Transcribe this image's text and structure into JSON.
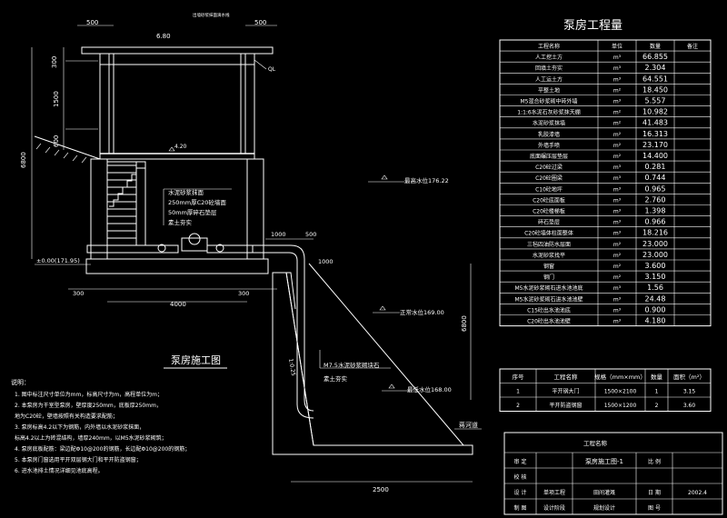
{
  "drawing_title": "泵房施工图",
  "dims": {
    "top_left": "500",
    "top_right": "500",
    "roof_label": "6.80",
    "roof_note": "出墙砂浆抹面滴水线",
    "h_300": "300",
    "h_1500": "1500",
    "h_600": "600",
    "total_h": "6800",
    "ql": "QL",
    "floor_label": "4.20",
    "bot_300a": "300",
    "bot_300b": "300",
    "width_4000": "4000",
    "w_1000": "1000",
    "w_500": "500",
    "pipe_1000": "1000",
    "ground": "±0.00(171.95)",
    "depth_6800": "6800",
    "slope": "1:0.25",
    "bottom_2500": "2500"
  },
  "annotations": {
    "wall_note": [
      "水泥砂浆抹面",
      "250mm厚C20砼墙面",
      "50mm厚碎石垫层",
      "素土夯实"
    ],
    "max_water": "最高水位176.22",
    "normal_water": "正常水位169.00",
    "min_water": "最低水位168.00",
    "slope_note": [
      "M7.5水泥砂浆砌块石",
      "素土夯实"
    ],
    "river": "蒋河道"
  },
  "notes": {
    "title": "说明：",
    "lines": [
      "1. 图中标注尺寸单位为mm，标高尺寸为m，高程单位为m；",
      "2. 本泵房为干室型泵房，壁厚度250mm，底板厚250mm，",
      "   地为C20砼，壁墙按照有关构造要求配筋；",
      "3. 泵房标高4.2以下为钢筋，内外墙以水泥砂浆抹面，",
      "   标高4.2以上为砖混结构，墙厚240mm，以M5水泥砂浆砌筑；",
      "4. 泵房底板配筋：梁边配Φ10@200的钢筋，长边配Φ10@200的钢筋；",
      "5. 本泵房门窗选用平开双层钢大门和平开防盗钢窗；",
      "6. 进水池排土情况详细见池底高程。"
    ]
  },
  "quantity_table": {
    "title": "泵房工程量",
    "headers": [
      "工程名称",
      "单位",
      "数量",
      "备注"
    ],
    "rows": [
      [
        "人工挖土方",
        "m³",
        "66.855",
        ""
      ],
      [
        "回填土夯实",
        "m³",
        "2.304",
        ""
      ],
      [
        "人工运土方",
        "m³",
        "64.551",
        ""
      ],
      [
        "平整土地",
        "m²",
        "18.450",
        ""
      ],
      [
        "M5混合砂浆砌中砖外墙",
        "m³",
        "5.557",
        ""
      ],
      [
        "1:1:6水泥石灰砂浆抹天棚",
        "m²",
        "10.982",
        ""
      ],
      [
        "水泥砂浆抹墙",
        "m²",
        "41.483",
        ""
      ],
      [
        "乳胶漆墙",
        "m²",
        "16.313",
        ""
      ],
      [
        "外墙手喷",
        "m²",
        "23.170",
        ""
      ],
      [
        "底面碾压层垫层",
        "m²",
        "14.400",
        ""
      ],
      [
        "C20砼过梁",
        "m³",
        "0.281",
        ""
      ],
      [
        "C20砼圈梁",
        "m³",
        "0.744",
        ""
      ],
      [
        "C10砼地坪",
        "m³",
        "0.965",
        ""
      ],
      [
        "C20砼底面板",
        "m³",
        "2.760",
        ""
      ],
      [
        "C20砼楼梯板",
        "m³",
        "1.398",
        ""
      ],
      [
        "碎石垫层",
        "m³",
        "0.966",
        ""
      ],
      [
        "C20砼墙体柱面整体",
        "m³",
        "18.216",
        ""
      ],
      [
        "三毡四油防水层面",
        "m²",
        "23.000",
        ""
      ],
      [
        "水泥砂浆找平",
        "m²",
        "23.000",
        ""
      ],
      [
        "钢窗",
        "m²",
        "3.600",
        ""
      ],
      [
        "钢门",
        "m²",
        "3.150",
        ""
      ],
      [
        "M5水泥砂浆砌石进水池池底",
        "m³",
        "1.56",
        ""
      ],
      [
        "M5水泥砂浆砌石进水池池壁",
        "m³",
        "24.48",
        ""
      ],
      [
        "C15砼出水池池底",
        "m³",
        "0.900",
        ""
      ],
      [
        "C20砼出水池池壁",
        "m³",
        "4.180",
        ""
      ]
    ]
  },
  "door_table": {
    "headers": [
      "序号",
      "工程名称",
      "规格（mm×mm）",
      "数量",
      "面积（m²）"
    ],
    "rows": [
      [
        "1",
        "平开钢大门",
        "1500×2100",
        "1",
        "3.15"
      ],
      [
        "2",
        "平开防盗钢窗",
        "1500×1200",
        "2",
        "3.60"
      ]
    ]
  },
  "title_block": {
    "project_label": "工程名称",
    "rows": [
      [
        "审  定",
        "",
        "泵房施工图-1",
        "比  例",
        ""
      ],
      [
        "校  核",
        "",
        "",
        "",
        ""
      ],
      [
        "设  计",
        "单项工程",
        "田间灌溉",
        "日  期",
        "2002.4"
      ],
      [
        "制  图",
        "设计阶段",
        "规划设计",
        "图  号",
        ""
      ]
    ]
  }
}
